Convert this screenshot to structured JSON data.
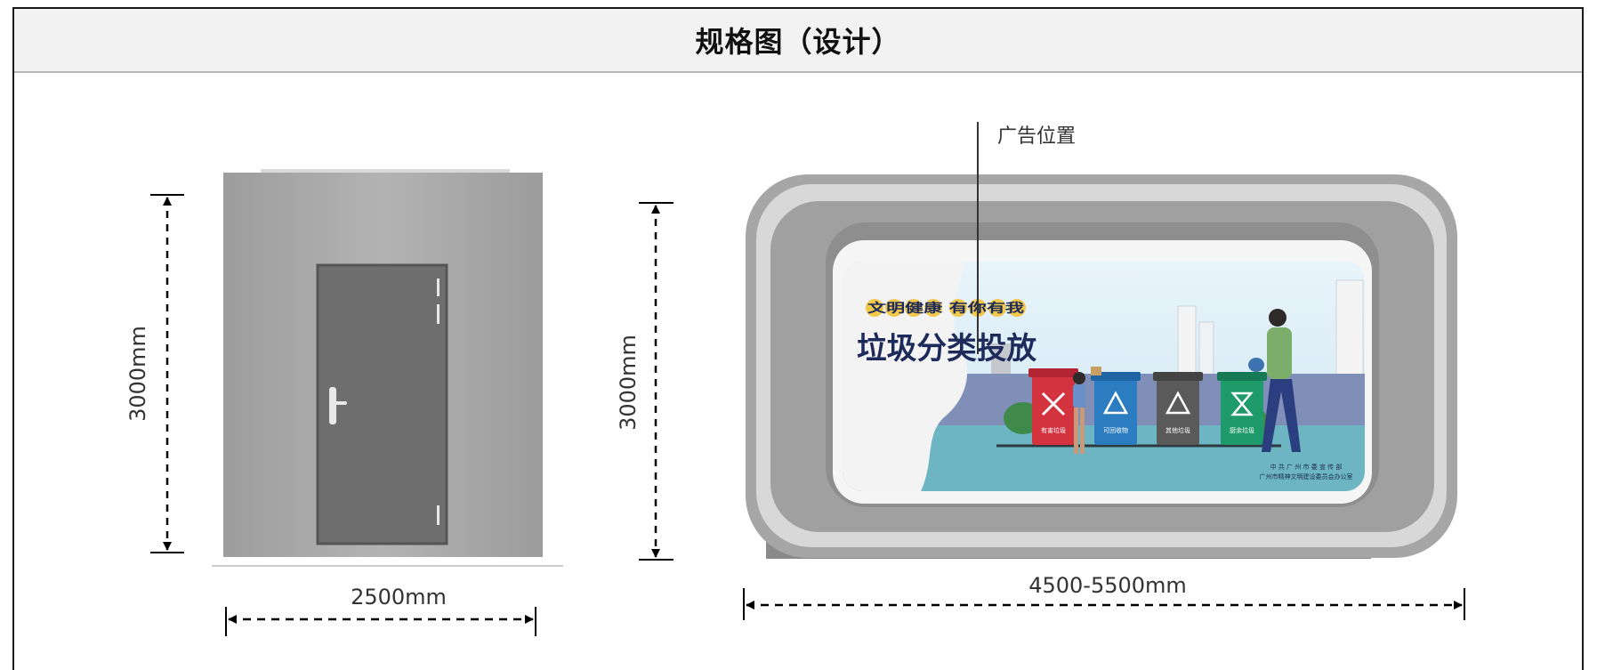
{
  "header": {
    "title": "规格图（设计）"
  },
  "left_view": {
    "height_label": "3000mm",
    "width_label": "2500mm"
  },
  "right_view": {
    "height_label": "3000mm",
    "width_label": "4500-5500mm",
    "ad_label": "广告位置"
  },
  "billboard": {
    "slogan": "文明健康 有你有我",
    "title": "垃圾分类投放",
    "bins": [
      {
        "label": "有害垃圾",
        "color": "#d3323f"
      },
      {
        "label": "可回收物",
        "color": "#2c7cc1"
      },
      {
        "label": "其他垃圾",
        "color": "#5a5a5a"
      },
      {
        "label": "厨余垃圾",
        "color": "#1f9a6b"
      }
    ],
    "credit_line1": "中 共 广 州 市 委 宣 传 部",
    "credit_line2": "广州市精神文明建设委员会办公室"
  },
  "colors": {
    "header_bg": "#f2f2f2",
    "booth_gray": "#a9a9a9",
    "dimension_line": "#000000"
  }
}
